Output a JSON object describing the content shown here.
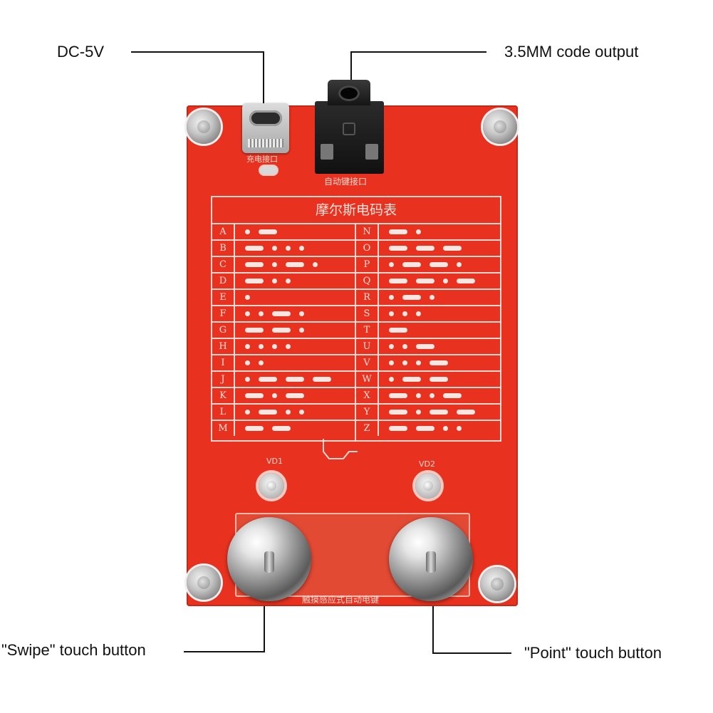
{
  "callouts": {
    "power": "DC-5V",
    "audio": "3.5MM code output",
    "swipe": "\"Swipe\" touch button",
    "point": "\"Point\" touch button"
  },
  "silkscreen": {
    "usb_label": "充电接口",
    "jack_label": "自动键接口",
    "table_title": "摩尔斯电码表",
    "led1_label": "VD1",
    "led2_label": "VD2",
    "pad_label": "触摸感应式自动电键"
  },
  "morse_table": {
    "left": [
      {
        "letter": "A",
        "code": ".-"
      },
      {
        "letter": "B",
        "code": "-..."
      },
      {
        "letter": "C",
        "code": "-.-."
      },
      {
        "letter": "D",
        "code": "-.."
      },
      {
        "letter": "E",
        "code": "."
      },
      {
        "letter": "F",
        "code": "..-."
      },
      {
        "letter": "G",
        "code": "--."
      },
      {
        "letter": "H",
        "code": "...."
      },
      {
        "letter": "I",
        "code": ".."
      },
      {
        "letter": "J",
        "code": ".---"
      },
      {
        "letter": "K",
        "code": "-.-"
      },
      {
        "letter": "L",
        "code": ".-.."
      },
      {
        "letter": "M",
        "code": "--"
      }
    ],
    "right": [
      {
        "letter": "N",
        "code": "-."
      },
      {
        "letter": "O",
        "code": "---"
      },
      {
        "letter": "P",
        "code": ".--."
      },
      {
        "letter": "Q",
        "code": "--.-"
      },
      {
        "letter": "R",
        "code": ".-."
      },
      {
        "letter": "S",
        "code": "..."
      },
      {
        "letter": "T",
        "code": "-"
      },
      {
        "letter": "U",
        "code": "..-"
      },
      {
        "letter": "V",
        "code": "...-"
      },
      {
        "letter": "W",
        "code": ".--"
      },
      {
        "letter": "X",
        "code": "-..-"
      },
      {
        "letter": "Y",
        "code": "-.--"
      },
      {
        "letter": "Z",
        "code": "--.."
      }
    ]
  },
  "icons": {
    "power_port": "usb-c-port-icon",
    "audio_port": "audio-jack-icon",
    "screws": "mounting-screw-icon",
    "leds": "led-icon",
    "buttons": "metal-touch-ball-icon"
  },
  "colors": {
    "board": "#e8321f",
    "silkscreen": "#f4d9d2",
    "leader_lines": "#111111"
  }
}
